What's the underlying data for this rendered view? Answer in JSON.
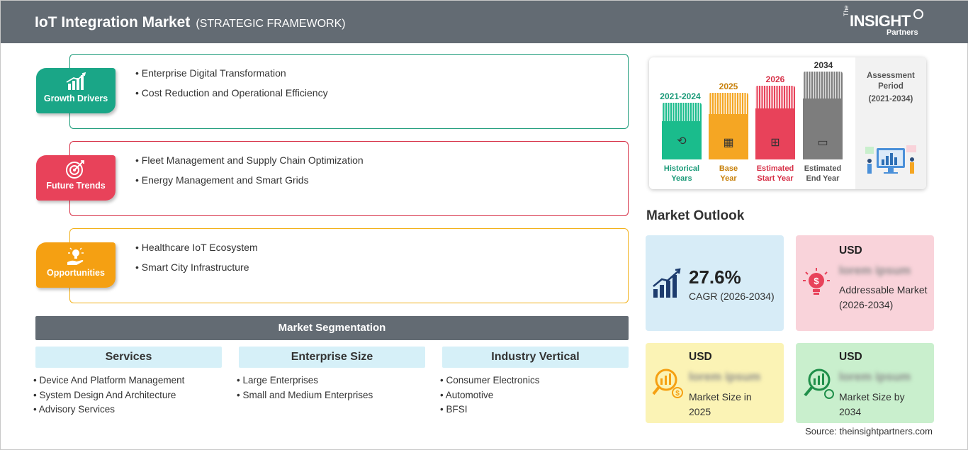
{
  "header": {
    "title": "IoT Integration Market",
    "subtitle": "(STRATEGIC FRAMEWORK)",
    "logo": {
      "prefix": "The",
      "name": "INSIGHT",
      "suffix": "Partners"
    }
  },
  "categories": [
    {
      "label": "Growth Drivers",
      "color": "#1aa687",
      "border": "#1a9a78",
      "icon": "bar-growth-icon",
      "items": [
        "Enterprise Digital Transformation",
        "Cost Reduction and Operational Efficiency"
      ]
    },
    {
      "label": "Future Trends",
      "color": "#e8425a",
      "border": "#d62e45",
      "icon": "target-icon",
      "items": [
        "Fleet Management and Supply Chain Optimization",
        "Energy Management and Smart Grids"
      ]
    },
    {
      "label": "Opportunities",
      "color": "#f5a012",
      "border": "#f2b11a",
      "icon": "idea-hand-icon",
      "items": [
        "Healthcare IoT Ecosystem",
        "Smart City Infrastructure"
      ]
    }
  ],
  "segmentation": {
    "title": "Market Segmentation",
    "columns": [
      {
        "header": "Services",
        "items": [
          "Device And Platform Management",
          "System Design And Architecture",
          "Advisory Services"
        ]
      },
      {
        "header": "Enterprise Size",
        "items": [
          "Large Enterprises",
          "Small and Medium Enterprises"
        ]
      },
      {
        "header": "Industry Vertical",
        "items": [
          "Consumer Electronics",
          "Automotive",
          "BFSI"
        ]
      }
    ]
  },
  "timeline": {
    "periods": [
      {
        "year": "2021-2024",
        "label_line1": "Historical",
        "label_line2": "Years",
        "color": "#1abc8c",
        "icon": "history-icon"
      },
      {
        "year": "2025",
        "label_line1": "Base",
        "label_line2": "Year",
        "color": "#f5a623",
        "icon": "calendar-icon"
      },
      {
        "year": "2026",
        "label_line1": "Estimated",
        "label_line2": "Start Year",
        "color": "#e8425a",
        "icon": "start-chart-icon"
      },
      {
        "year": "2034",
        "label_line1": "Estimated",
        "label_line2": "End Year",
        "color": "#7d7d7d",
        "icon": "end-monitor-icon"
      }
    ],
    "assessment_title": "Assessment Period",
    "assessment_range": "(2021-2034)"
  },
  "outlook": {
    "title": "Market Outlook",
    "cagr": {
      "value": "27.6%",
      "label": "CAGR (2026-2034)"
    },
    "addressable": {
      "currency": "USD",
      "value": "lorem ipsum",
      "label": "Addressable Market (2026-2034)"
    },
    "size_2025": {
      "currency": "USD",
      "value": "lorem ipsum",
      "label": "Market Size in 2025"
    },
    "size_2034": {
      "currency": "USD",
      "value": "lorem ipsum",
      "label": "Market Size by 2034"
    },
    "colors": {
      "cagr_bg": "#d7ecf7",
      "addressable_bg": "#f9d3da",
      "size2025_bg": "#fbf3b5",
      "size2034_bg": "#c9efcd",
      "icon_navy": "#1d3c6e"
    }
  },
  "source": "Source: theinsightpartners.com"
}
